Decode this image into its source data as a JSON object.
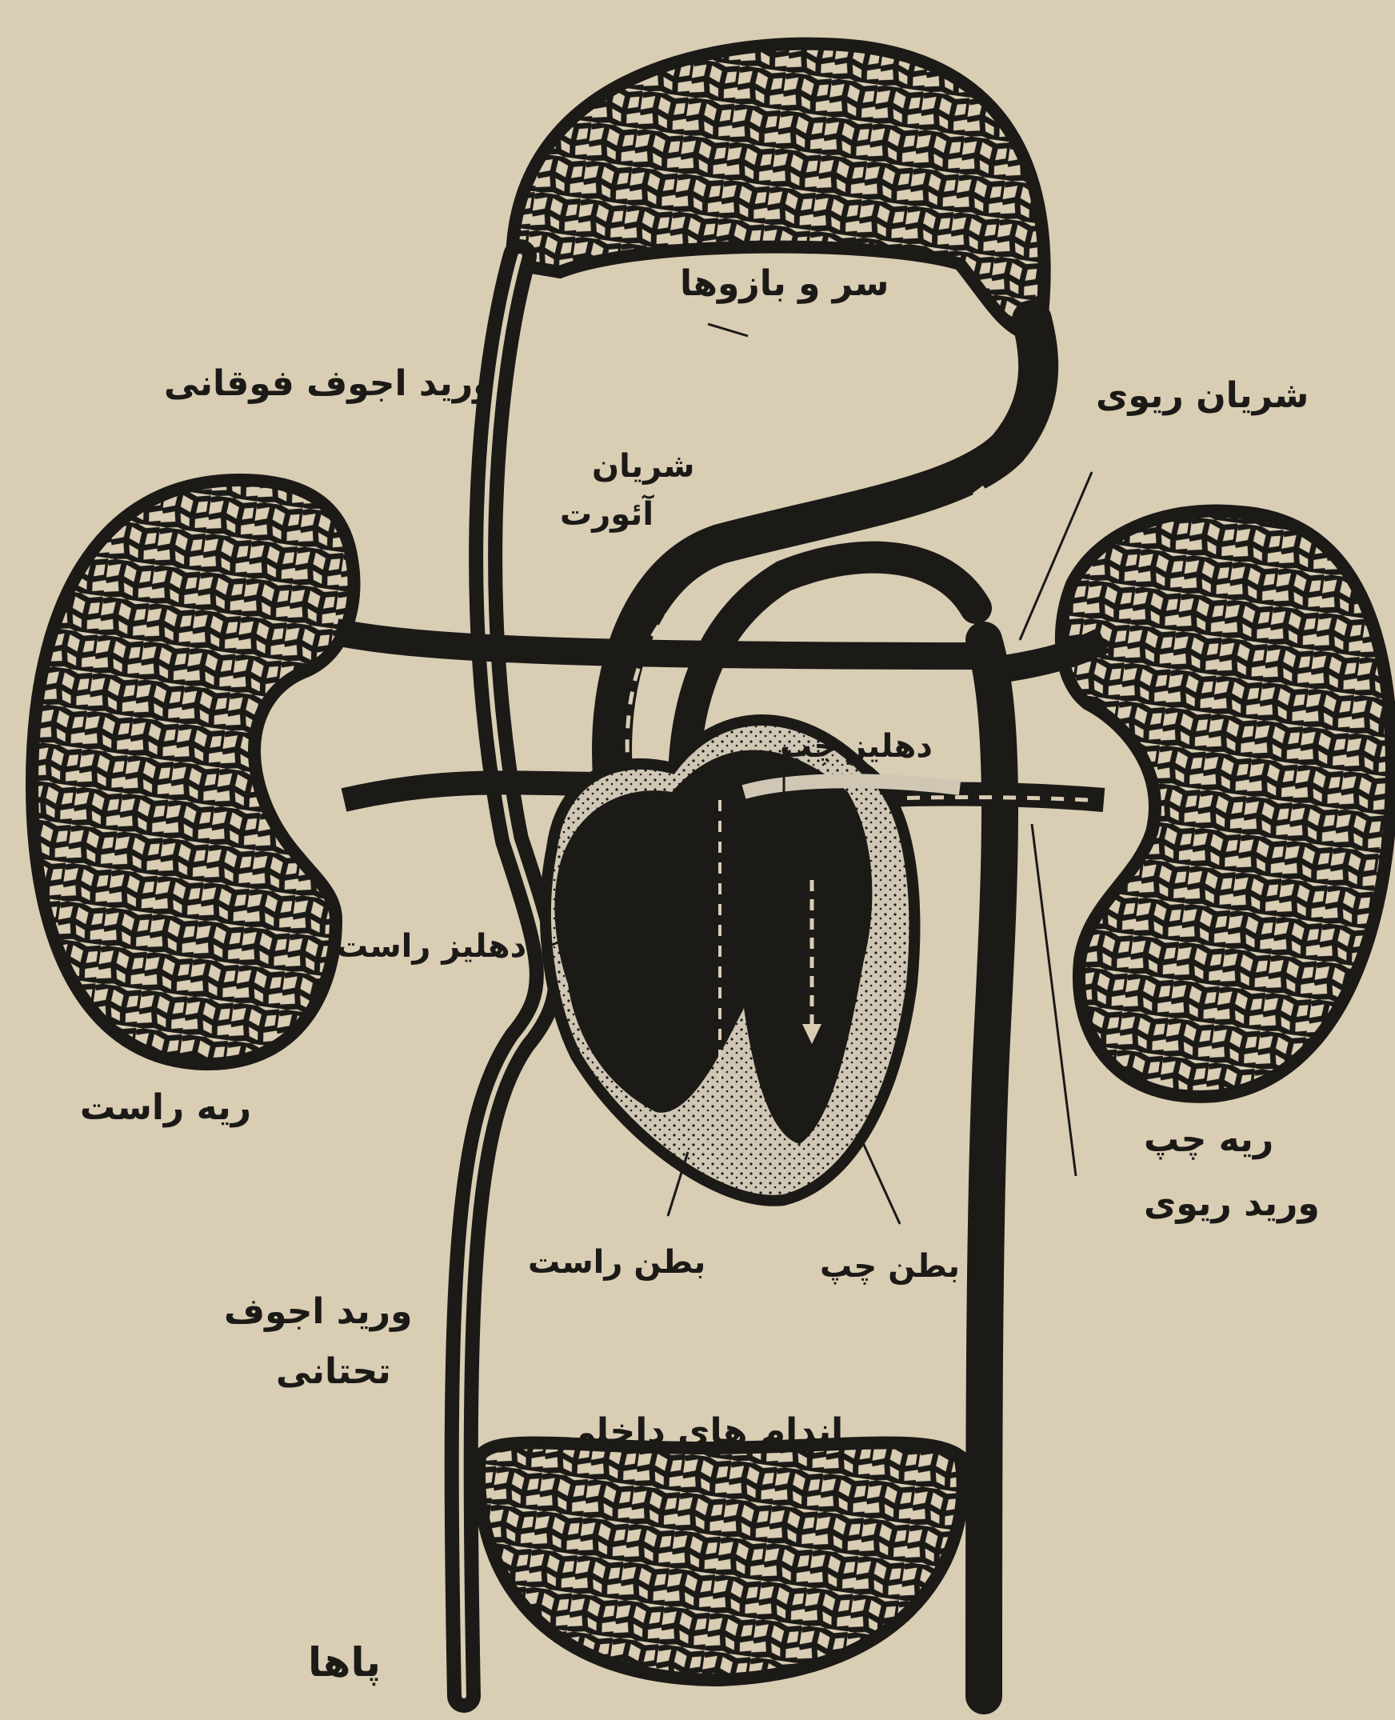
{
  "diagram": {
    "labels": {
      "head_arms": "سر و بازوها",
      "superior_vena_cava": "ورید اجوف فوقانی",
      "pulmonary_artery": "شریان ریوی",
      "aorta_line1": "شریان",
      "aorta_line2": "آئورت",
      "left_atrium": "دهلیز چپ",
      "right_atrium": "دهلیز راست",
      "right_lung": "ریه راست",
      "left_lung": "ریه چپ",
      "pulmonary_vein": "ورید ریوی",
      "right_ventricle": "بطن راست",
      "left_ventricle": "بطن چپ",
      "inferior_vena_cava_line1": "ورید اجوف",
      "inferior_vena_cava_line2": "تحتانی",
      "internal_organs": "اندام های داخلی",
      "legs": "پاها"
    },
    "colors": {
      "paper": "#d9cdb4",
      "ink": "#1c1a17",
      "dotted_fill": "#cfc6b4"
    }
  }
}
